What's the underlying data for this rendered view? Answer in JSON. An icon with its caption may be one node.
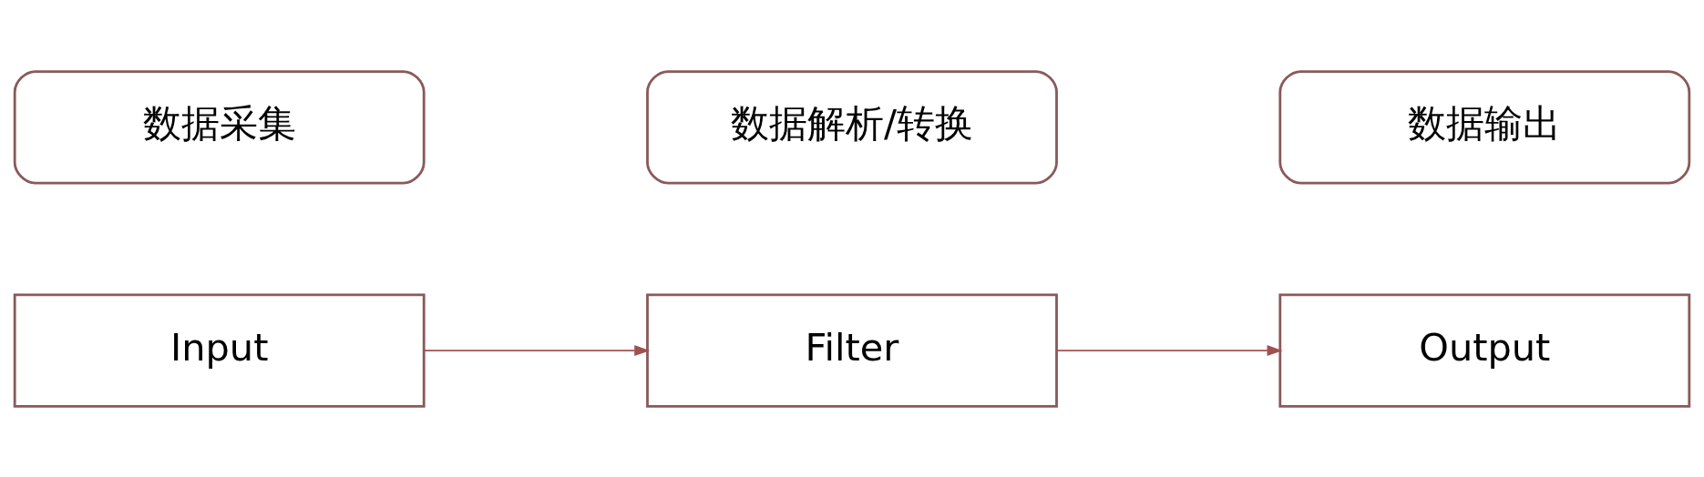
{
  "diagram": {
    "nodes": [
      {
        "text": [
          "Input"
        ]
      },
      {
        "text": [
          "Filter"
        ]
      },
      {
        "text": [
          "Output"
        ]
      },
      {
        "text": [
          "数据采集"
        ]
      },
      {
        "text": [
          "数据解析/转换"
        ]
      },
      {
        "text": [
          "数据输出"
        ]
      }
    ],
    "edges": [
      {
        "from": 0,
        "to": 1,
        "arrow": "to"
      },
      {
        "from": 1,
        "to": 2,
        "arrow": "to"
      }
    ]
  }
}
